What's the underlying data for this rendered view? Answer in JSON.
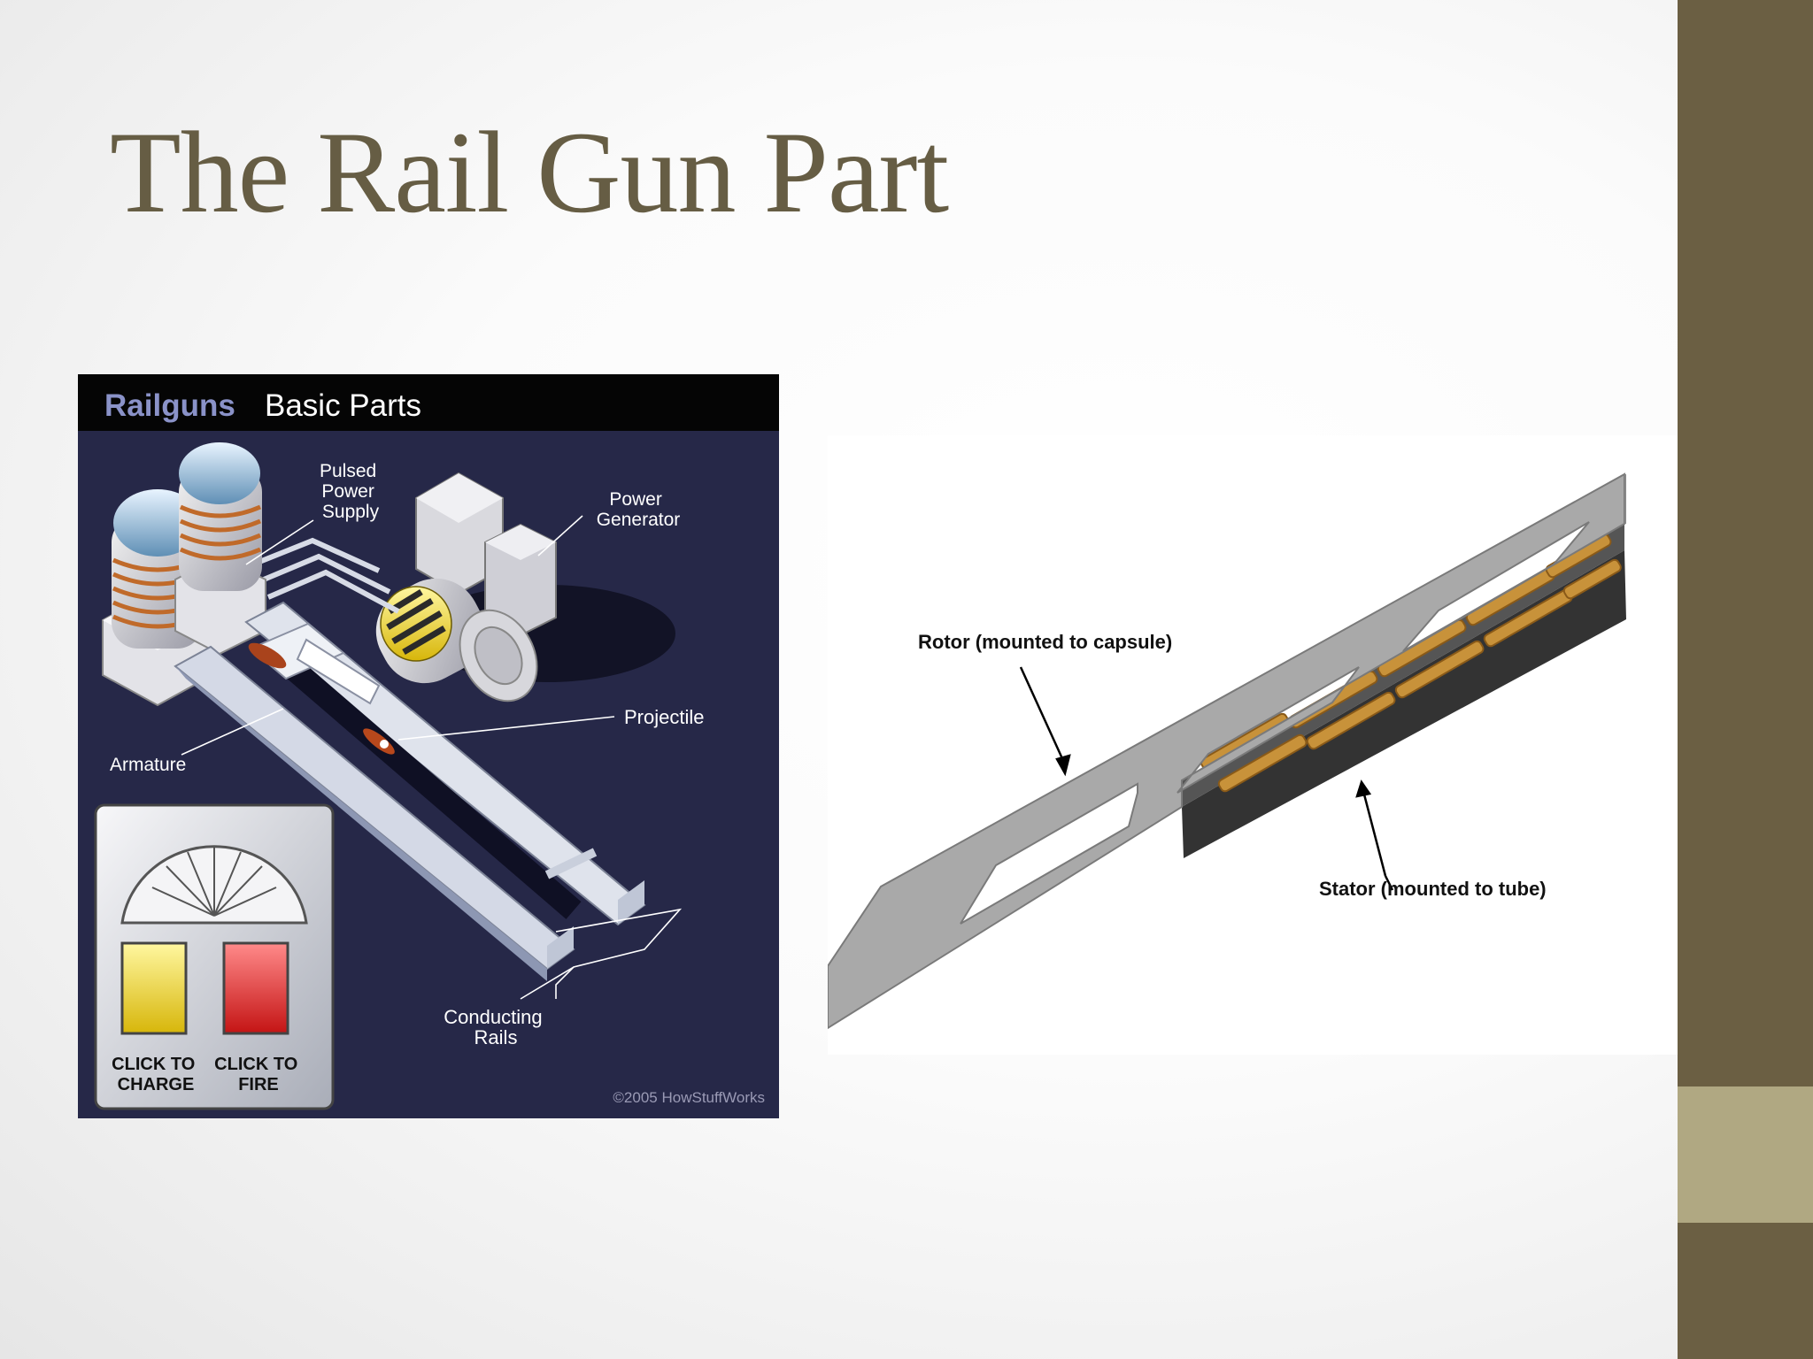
{
  "slide": {
    "title": "The Rail Gun Part",
    "colors": {
      "title": "#665d44",
      "sidebar": "#6b5f43",
      "sidebar_accent": "#b0a882"
    }
  },
  "figure_left": {
    "header_word1": "Railguns",
    "header_word2": "Basic Parts",
    "labels": {
      "pulsed_power_supply": [
        "Pulsed",
        "Power",
        "Supply"
      ],
      "power_generator": [
        "Power",
        "Generator"
      ],
      "projectile": "Projectile",
      "armature": "Armature",
      "conducting_rails": [
        "Conducting",
        "Rails"
      ]
    },
    "buttons": {
      "charge": [
        "CLICK TO",
        "CHARGE"
      ],
      "fire": [
        "CLICK TO",
        "FIRE"
      ]
    },
    "credit": "©2005 HowStuffWorks",
    "colors": {
      "background": "#262848",
      "charge": "#e8d21c",
      "fire": "#e32626"
    }
  },
  "figure_right": {
    "rotor_label": "Rotor (mounted to capsule)",
    "stator_label": "Stator (mounted to tube)",
    "colors": {
      "rotor": "#a9a9a9",
      "stator": "#3a3a3a",
      "coils": "#c8923a"
    }
  }
}
